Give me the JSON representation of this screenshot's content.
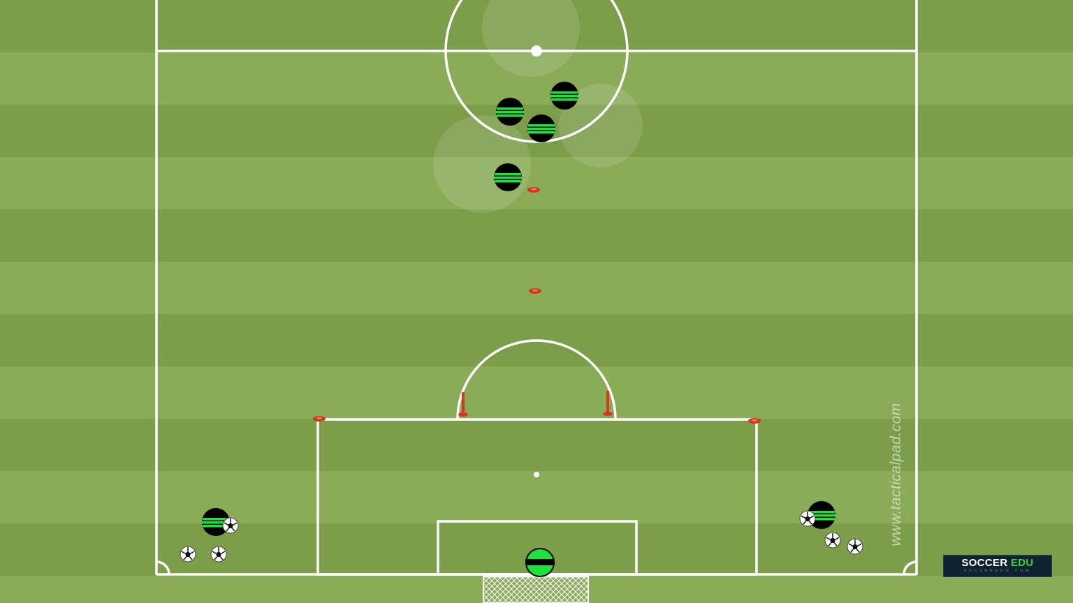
{
  "watermark": {
    "url": "www.tacticalpad.com"
  },
  "logo": {
    "word1": "SOCCER",
    "word2": "EDU",
    "subtitle": "SOCCEREDU.COM"
  },
  "colors": {
    "grass_light": "#8aab57",
    "grass_dark": "#7c9d49",
    "lines": "#ffffff",
    "player_body": "#000000",
    "player_stripes": "#1ee23c",
    "goalkeeper_body": "#1ee23c",
    "cone": "#d23a1e",
    "pole": "#d23a1e"
  },
  "icons": [
    "player-icon",
    "goalkeeper-icon",
    "ball-icon",
    "cone-icon",
    "pole-icon",
    "goal-net-icon"
  ],
  "board": {
    "players_attacking": 4,
    "players_wide": 2,
    "goalkeepers": 1,
    "balls": 6,
    "cones": 4,
    "poles": 2
  }
}
